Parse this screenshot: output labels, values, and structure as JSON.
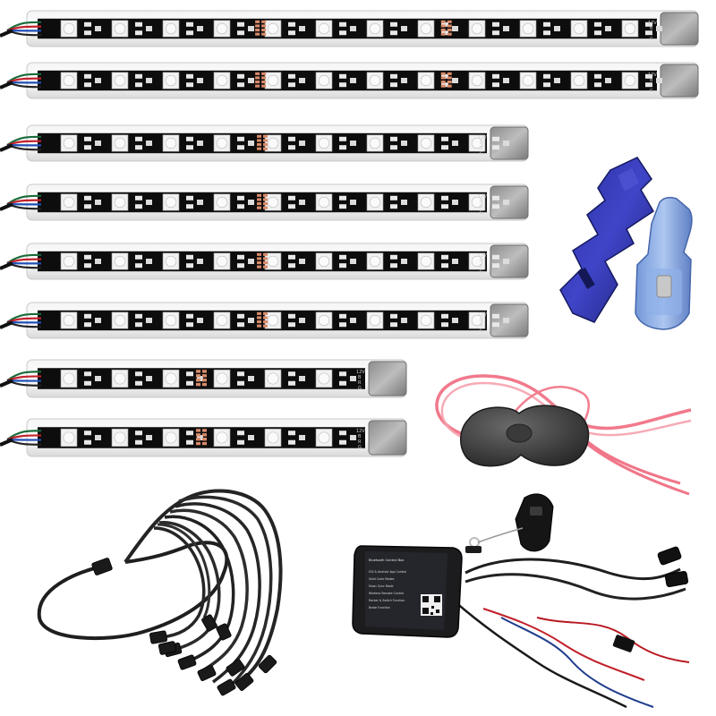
{
  "strip_print": {
    "voltage": "12V",
    "pins": [
      "B",
      "R",
      "G"
    ]
  },
  "controller_label": {
    "title": "Bluetooth Control Box",
    "lines": [
      "IOS & Android App Control",
      "Solid Color Modes",
      "Music Sync Mode",
      "Wireless Remote Control",
      "Rocker & Switch Function",
      "Brake Function"
    ]
  }
}
